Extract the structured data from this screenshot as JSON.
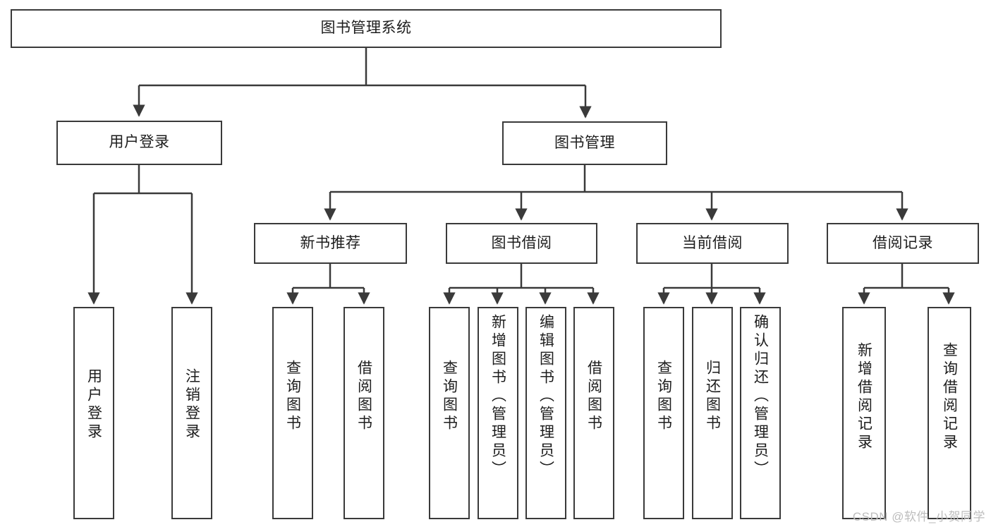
{
  "diagram": {
    "title": "图书管理系统",
    "type": "hierarchy-tree",
    "colors": {
      "box_border": "#3a3a3a",
      "box_fill": "#ffffff",
      "connector": "#3a3a3a",
      "text": "#1d1d1d",
      "watermark": "#bdbdbd"
    },
    "nodes": {
      "root": {
        "label": "图书管理系统"
      },
      "level2": [
        {
          "id": "user-login",
          "label": "用户登录"
        },
        {
          "id": "book-manage",
          "label": "图书管理"
        }
      ],
      "level3": [
        {
          "id": "new-book-recommend",
          "label": "新书推荐"
        },
        {
          "id": "book-borrow",
          "label": "图书借阅"
        },
        {
          "id": "current-borrow",
          "label": "当前借阅"
        },
        {
          "id": "borrow-record",
          "label": "借阅记录"
        }
      ],
      "leaves": [
        {
          "id": "leaf-user-login",
          "label": "用户登录",
          "parent": "user-login"
        },
        {
          "id": "leaf-logout-login",
          "label": "注销登录",
          "parent": "user-login"
        },
        {
          "id": "leaf-query-book-1",
          "label": "查询图书",
          "parent": "new-book-recommend"
        },
        {
          "id": "leaf-borrow-book-1",
          "label": "借阅图书",
          "parent": "new-book-recommend"
        },
        {
          "id": "leaf-query-book-2",
          "label": "查询图书",
          "parent": "book-borrow"
        },
        {
          "id": "leaf-add-book",
          "label": "新增图书（管理员）",
          "parent": "book-borrow"
        },
        {
          "id": "leaf-edit-book",
          "label": "编辑图书（管理员）",
          "parent": "book-borrow"
        },
        {
          "id": "leaf-borrow-book-2",
          "label": "借阅图书",
          "parent": "book-borrow"
        },
        {
          "id": "leaf-query-book-3",
          "label": "查询图书",
          "parent": "current-borrow"
        },
        {
          "id": "leaf-return-book",
          "label": "归还图书",
          "parent": "current-borrow"
        },
        {
          "id": "leaf-confirm-return",
          "label": "确认归还（管理员）",
          "parent": "current-borrow"
        },
        {
          "id": "leaf-add-record",
          "label": "新增借阅记录",
          "parent": "borrow-record"
        },
        {
          "id": "leaf-query-record",
          "label": "查询借阅记录",
          "parent": "borrow-record"
        }
      ]
    },
    "watermark": "CSDN @软件_小贺同学"
  }
}
